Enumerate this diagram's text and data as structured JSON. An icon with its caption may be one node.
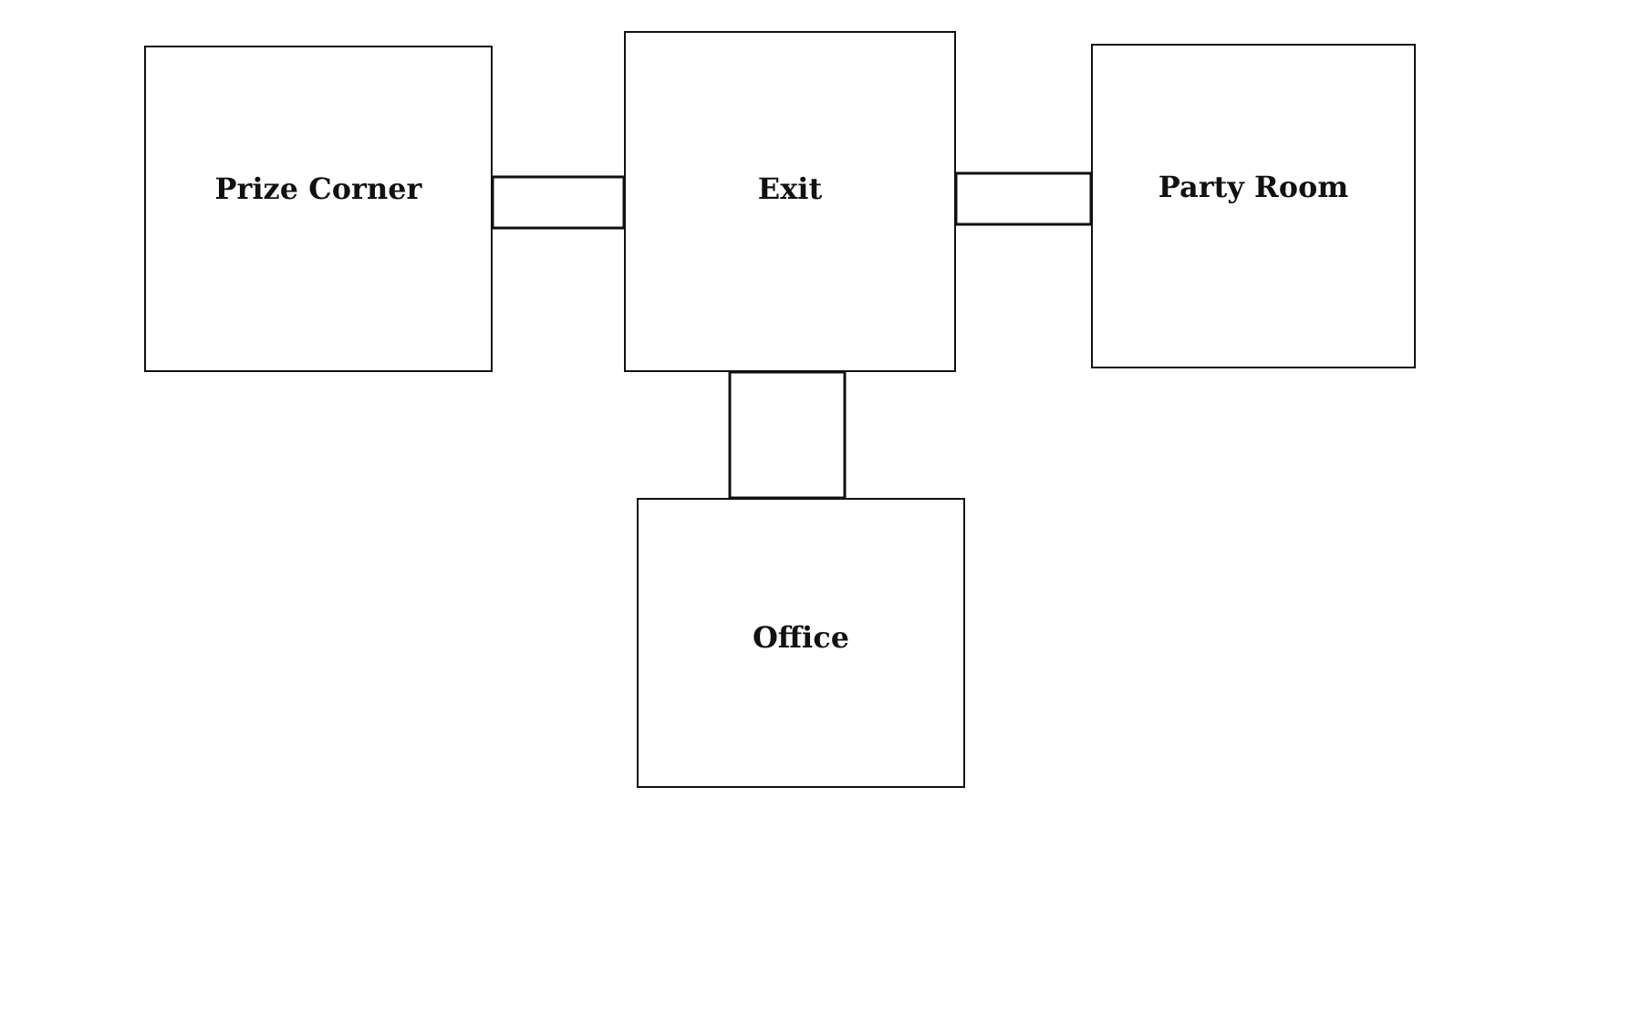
{
  "diagram": {
    "nodes": [
      {
        "text": [
          "Prize Corner"
        ]
      },
      {
        "text": [
          "Exit"
        ]
      },
      {
        "text": [
          "Party Room"
        ]
      },
      {
        "text": [
          "Office"
        ]
      }
    ],
    "edges": [
      {
        "from": 0,
        "to": 1,
        "arrow": "none"
      },
      {
        "from": 1,
        "to": 2,
        "arrow": "none"
      },
      {
        "from": 1,
        "to": 3,
        "arrow": "none"
      }
    ]
  }
}
